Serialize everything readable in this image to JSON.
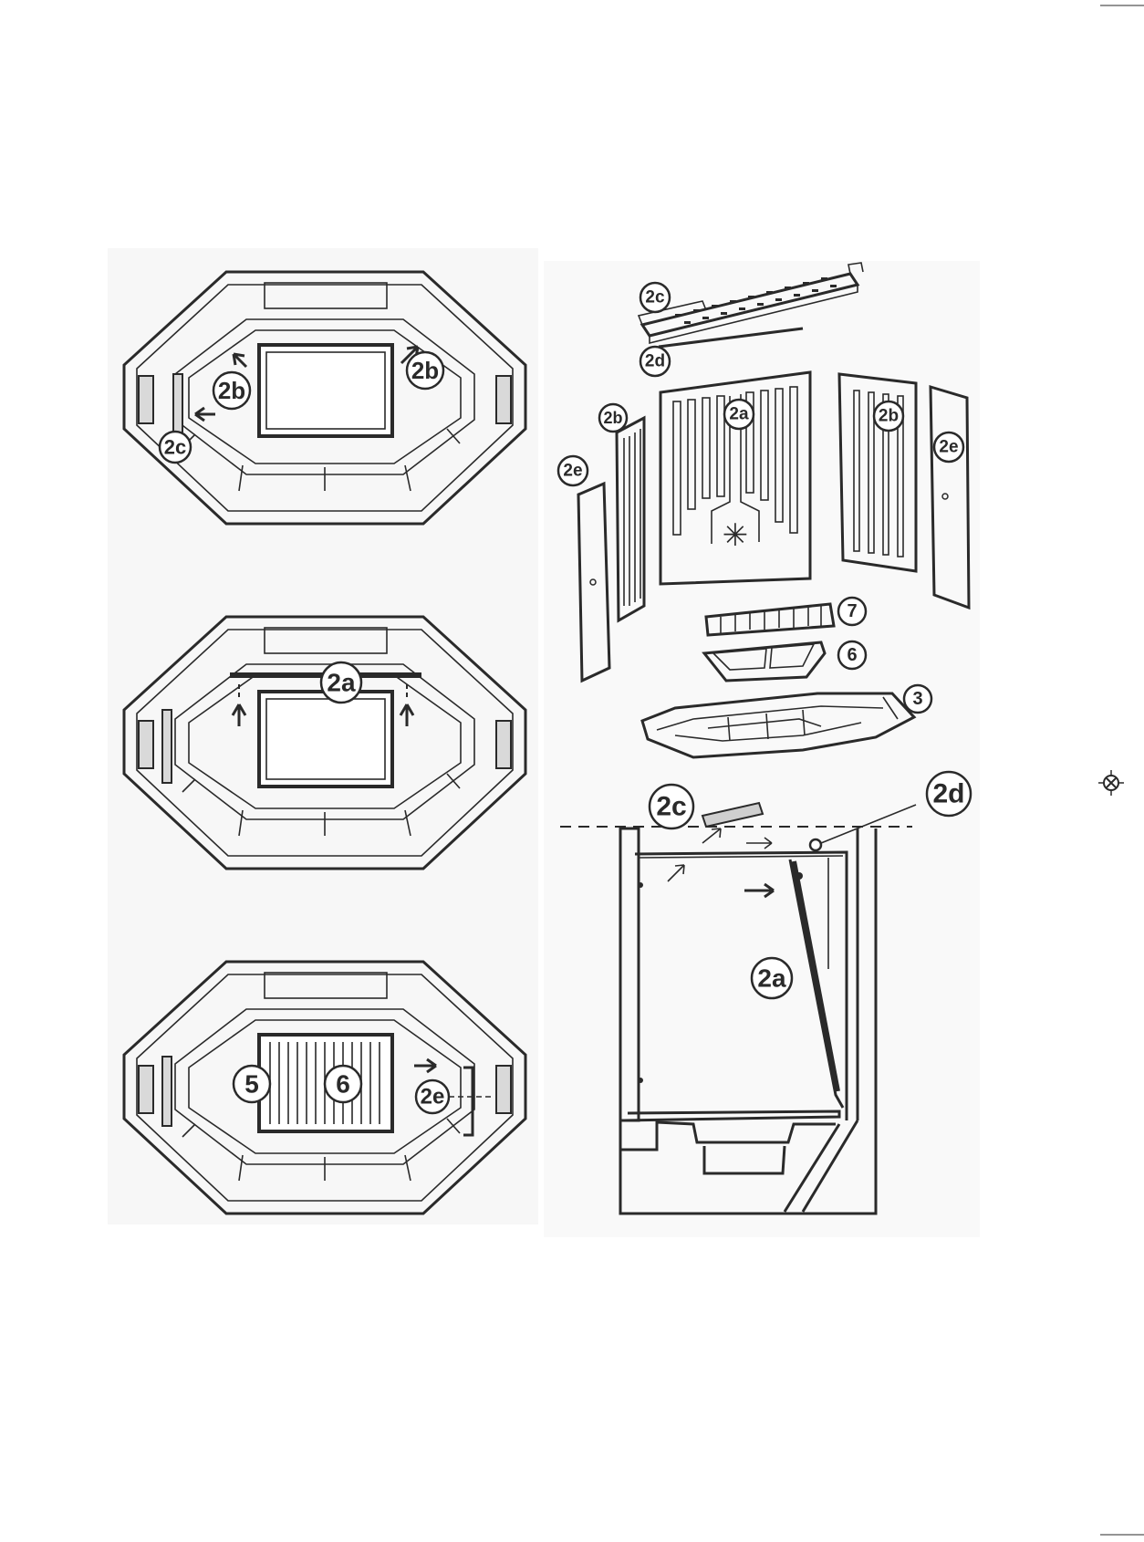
{
  "colors": {
    "ink": "#2a2a2a",
    "paper": "#ffffff",
    "shade": "#d9d9d9",
    "panel_bg": "#f2f2f2"
  },
  "view1": {
    "labels": [
      "2b",
      "2b",
      "2c"
    ]
  },
  "view2": {
    "labels": [
      "2a"
    ]
  },
  "view3": {
    "labels": [
      "5",
      "6",
      "2e"
    ]
  },
  "exploded": {
    "labels": [
      "2c",
      "2d",
      "2a",
      "2b",
      "2b",
      "2e",
      "2e",
      "7",
      "6",
      "3"
    ]
  },
  "section": {
    "labels": [
      "2c",
      "2d",
      "2a"
    ]
  },
  "marks": {
    "registration": "registration-mark-icon"
  }
}
